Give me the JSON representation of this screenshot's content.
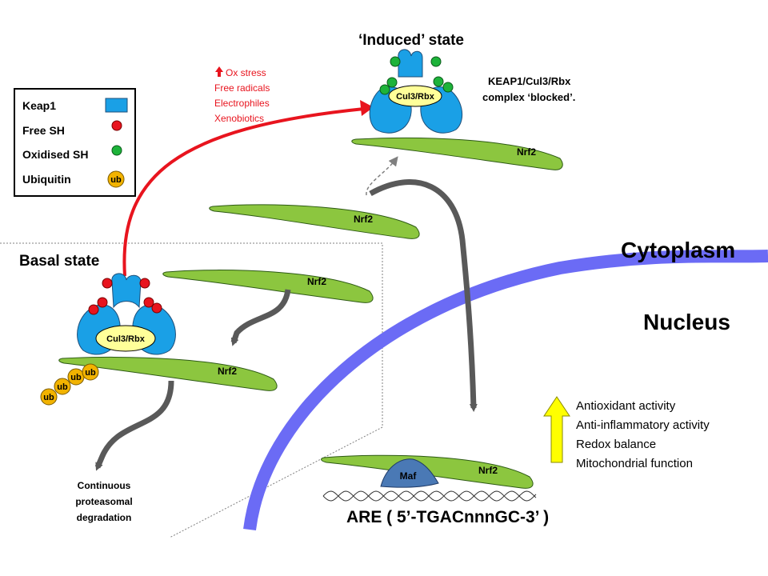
{
  "title_induced": "‘Induced’ state",
  "title_basal": "Basal state",
  "compartments": {
    "cytoplasm": "Cytoplasm",
    "nucleus": "Nucleus"
  },
  "legend": {
    "keap1": "Keap1",
    "free_sh": "Free SH",
    "oxidised_sh": "Oxidised SH",
    "ubiquitin": "Ubiquitin",
    "ub_symbol": "ub"
  },
  "stressors": {
    "line1": "Ox stress",
    "line2": "Free radicals",
    "line3": "Electrophiles",
    "line4": "Xenobiotics"
  },
  "complex_note": {
    "line1": "KEAP1/Cul3/Rbx",
    "line2": "complex ‘blocked’."
  },
  "labels": {
    "cul3_rbx": "Cul3/Rbx",
    "nrf2": "Nrf2",
    "maf": "Maf",
    "ub": "ub",
    "are": "ARE ( 5’-TGACnnnGC-3’ )"
  },
  "degradation": {
    "line1": "Continuous",
    "line2": "proteasomal",
    "line3": "degradation"
  },
  "effects": [
    "Antioxidant activity",
    "Anti-inflammatory activity",
    "Redox balance",
    "Mitochondrial function"
  ],
  "colors": {
    "keap1": "#1aa0e6",
    "nrf2": "#8cc63f",
    "free_sh": "#e8141e",
    "oxidised_sh": "#1db33a",
    "ubiquitin": "#f2b300",
    "cul3": "#ffff99",
    "maf": "#4a79b5",
    "membrane": "#6b6bf5",
    "stress_arrow": "#e8141e",
    "grey_arrow": "#595959",
    "up_arrow": "#ffff00"
  }
}
